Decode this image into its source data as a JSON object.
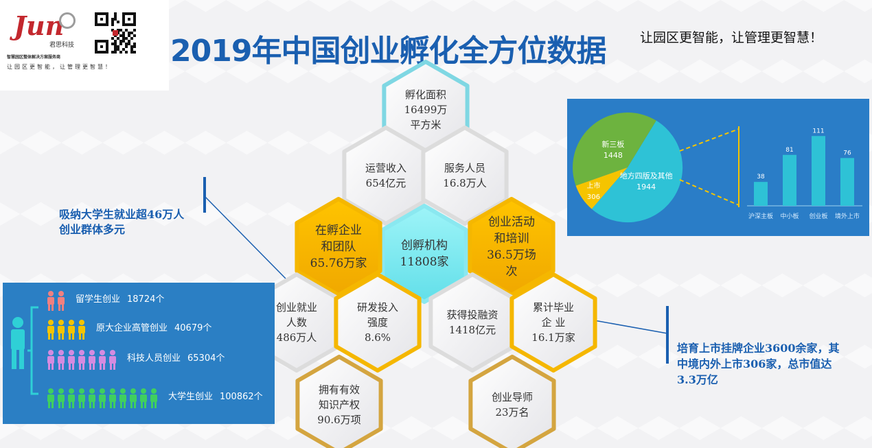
{
  "header": {
    "logo_text": "Jun",
    "logo_cn": "君思科技",
    "logo_tagline": "智慧园区整体解决方案服务商",
    "logo_slogan": "让园区更智能，让管理更智慧！",
    "title": "2019年中国创业孵化全方位数据",
    "slogan": "让园区更智能，让管理更智慧！"
  },
  "hexagons": [
    {
      "id": "area",
      "lines": [
        "孵化面积",
        "16499万",
        "平方米"
      ],
      "style": "white",
      "border": "#7fd7e3"
    },
    {
      "id": "revenue",
      "lines": [
        "运营收入",
        "654亿元"
      ],
      "style": "white",
      "border": "#dcdcdc"
    },
    {
      "id": "staff",
      "lines": [
        "服务人员",
        "16.8万人"
      ],
      "style": "white",
      "border": "#dcdcdc"
    },
    {
      "id": "incubating",
      "lines": [
        "在孵企业",
        "和团队",
        "65.76万家"
      ],
      "style": "orange",
      "border": "#f5b700"
    },
    {
      "id": "institutions",
      "lines": [
        "创孵机构",
        "11808家"
      ],
      "style": "cyan",
      "border": "#8ae8f0"
    },
    {
      "id": "activities",
      "lines": [
        "创业活动",
        "和培训",
        "36.5万场",
        "次"
      ],
      "style": "orange",
      "border": "#f5b700"
    },
    {
      "id": "employment",
      "lines": [
        "创业就业",
        "人数",
        "486万人"
      ],
      "style": "white",
      "border": "#dcdcdc"
    },
    {
      "id": "rnd",
      "lines": [
        "研发投入",
        "强度",
        "8.6%"
      ],
      "style": "white",
      "border": "#f5b700"
    },
    {
      "id": "financing",
      "lines": [
        "获得投融资",
        "1418亿元"
      ],
      "style": "white",
      "border": "#dcdcdc"
    },
    {
      "id": "graduates",
      "lines": [
        "累计毕业",
        "企  业",
        "16.1万家"
      ],
      "style": "white",
      "border": "#f5b700"
    },
    {
      "id": "ip",
      "lines": [
        "拥有有效",
        "知识产权",
        "90.6万项"
      ],
      "style": "white",
      "border": "#d4a540"
    },
    {
      "id": "mentors",
      "lines": [
        "创业导师",
        "23万名"
      ],
      "style": "white",
      "border": "#d4a540"
    }
  ],
  "talent_note": {
    "line1": "吸纳大学生就业超46万人",
    "line2": "创业群体多元"
  },
  "listing_note": "培育上市挂牌企业3600余家，其中境内外上市306家，总市值达3.3万亿",
  "people_groups": [
    {
      "label": "留学生创业",
      "value": "18724个",
      "color": "#f08080",
      "icons": 2
    },
    {
      "label": "原大企业高管创业",
      "value": "40679个",
      "color": "#f5c400",
      "icons": 4
    },
    {
      "label": "科技人员创业",
      "value": "65304个",
      "color": "#d58be0",
      "icons": 7
    },
    {
      "label": "大学生创业",
      "value": "100862个",
      "color": "#3fcf5f",
      "icons": 11
    }
  ],
  "chart_data": [
    {
      "type": "pie",
      "slices": [
        {
          "label": "地方四版及其他",
          "value": 1944,
          "color": "#2ec2d6"
        },
        {
          "label": "上市",
          "value": 306,
          "color": "#f5c400"
        },
        {
          "label": "新三板",
          "value": 1448,
          "color": "#6db33f"
        }
      ]
    },
    {
      "type": "bar",
      "categories": [
        "沪深主板",
        "中小板",
        "创业板",
        "境外上市"
      ],
      "values": [
        38,
        81,
        111,
        76
      ],
      "color": "#2ec2d6"
    }
  ]
}
